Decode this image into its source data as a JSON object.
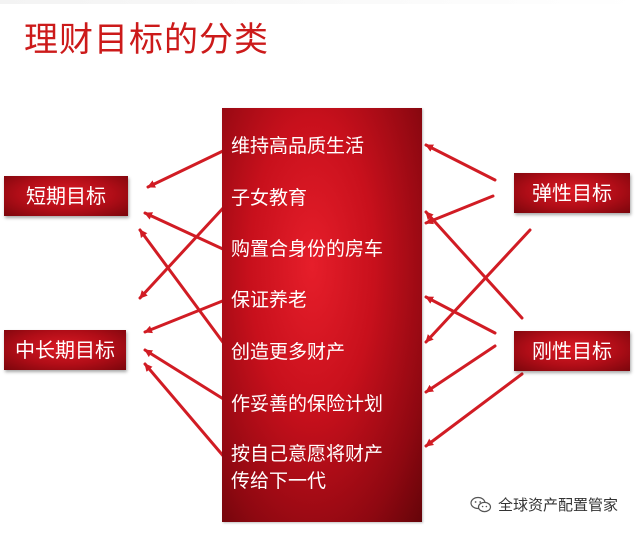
{
  "title": "理财目标的分类",
  "center_items": [
    "维持高品质生活",
    "子女教育",
    "购置合身份的房车",
    "保证养老",
    "创造更多财产",
    "作妥善的保险计划",
    "按自己意愿将财产",
    "传给下一代"
  ],
  "left_goals": {
    "short_term": "短期目标",
    "mid_long_term": "中长期目标"
  },
  "right_goals": {
    "elastic": "弹性目标",
    "rigid": "刚性目标"
  },
  "watermark": "全球资产配置管家",
  "colors": {
    "title": "#cc1a1a",
    "arrow": "#d11c24",
    "box": "#c8101c"
  }
}
